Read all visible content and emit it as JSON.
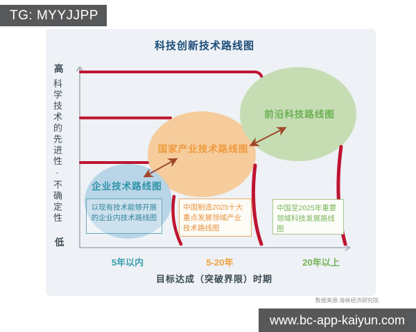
{
  "top_banner": {
    "text": "TG: MYYJJPP"
  },
  "bottom_banner": {
    "text": "www.bc-app-kaiyun.com"
  },
  "title": "科技创新技术路线图",
  "y_axis": {
    "high": "高",
    "low": "低",
    "label": "科学技术的先进性·不确定性"
  },
  "x_axis": {
    "title": "目标达成（突破界限）时期",
    "ticks": [
      {
        "label": "5年以内",
        "color": "#3b9fae"
      },
      {
        "label": "5-20年",
        "color": "#f0a03f"
      },
      {
        "label": "20年以上",
        "color": "#76b458"
      }
    ]
  },
  "ellipses": [
    {
      "id": "enterprise",
      "label": "企业技术路线图",
      "note": "以现有技术能够开展的企业内技术路线图",
      "fill": "#b4d3e6",
      "text_color": "#2f93a8",
      "period": "5年以内"
    },
    {
      "id": "national",
      "label": "国家产业技术路线图",
      "note": "中国制造2025十大重点发展领域产业技术路线图",
      "fill": "#f6cc9c",
      "text_color": "#ee9a3e",
      "period": "5-20年"
    },
    {
      "id": "frontier",
      "label": "前沿科技路线图",
      "note": "中国至2025年重要领域科技发展路线图",
      "fill": "#c6ddb4",
      "text_color": "#6db153",
      "period": "20年以上"
    }
  ],
  "source": "数据来源:海峡经济研究院",
  "colors": {
    "panel_bg": "#eef1f5",
    "banner_bg": "#57585a",
    "title": "#1d4e79",
    "boundary_red": "#be1430",
    "arrow_brown": "#a0492a",
    "axis_gray": "#a6afb6"
  }
}
